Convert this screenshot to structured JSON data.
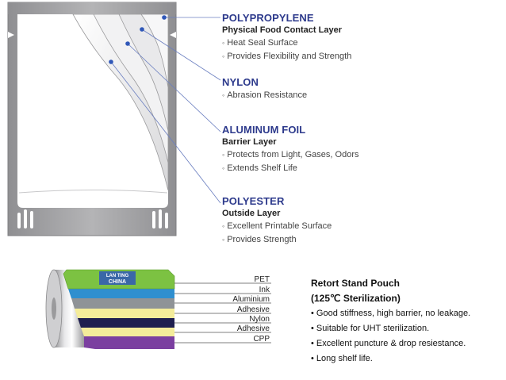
{
  "pouch_layers": [
    {
      "title": "POLYPROPYLENE",
      "subtitle": "Physical Food Contact Layer",
      "features": [
        "Heat Seal Surface",
        "Provides Flexibility and Strength"
      ]
    },
    {
      "title": "NYLON",
      "subtitle": "",
      "features": [
        "Abrasion Resistance"
      ]
    },
    {
      "title": "ALUMINUM FOIL",
      "subtitle": "Barrier Layer",
      "features": [
        "Protects from Light, Gases, Odors",
        "Extends Shelf Life"
      ]
    },
    {
      "title": "POLYESTER",
      "subtitle": "Outside Layer",
      "features": [
        "Excellent Printable Surface",
        "Provides Strength"
      ]
    }
  ],
  "film_layers": [
    "PET",
    "Ink",
    "Aluminium",
    "Adhesive",
    "Nylon",
    "Adhesive",
    "CPP"
  ],
  "print_logo_text": [
    "LAN TING",
    "CHINA"
  ],
  "spec": {
    "title": "Retort Stand Pouch",
    "subtitle": "(125℃ Sterilization)",
    "features": [
      "Good stiffness, high barrier, no leakage.",
      "Suitable for UHT sterilization.",
      "Excellent puncture & drop resiestance.",
      "Long shelf life."
    ]
  },
  "bullet_glyph": "◦",
  "spec_bullet_glyph": "•",
  "colors": {
    "layer_title": "#2d3a8c",
    "callout_dot": "#2f57b8",
    "pouch_frame": "#a9a9ab",
    "film_green": "#7cc242",
    "film_blue": "#2f8fcf",
    "film_gray": "#8f9397",
    "film_yellow": "#f4ec9a",
    "film_navy": "#1f1f4f",
    "film_purple": "#7b3fa0"
  }
}
